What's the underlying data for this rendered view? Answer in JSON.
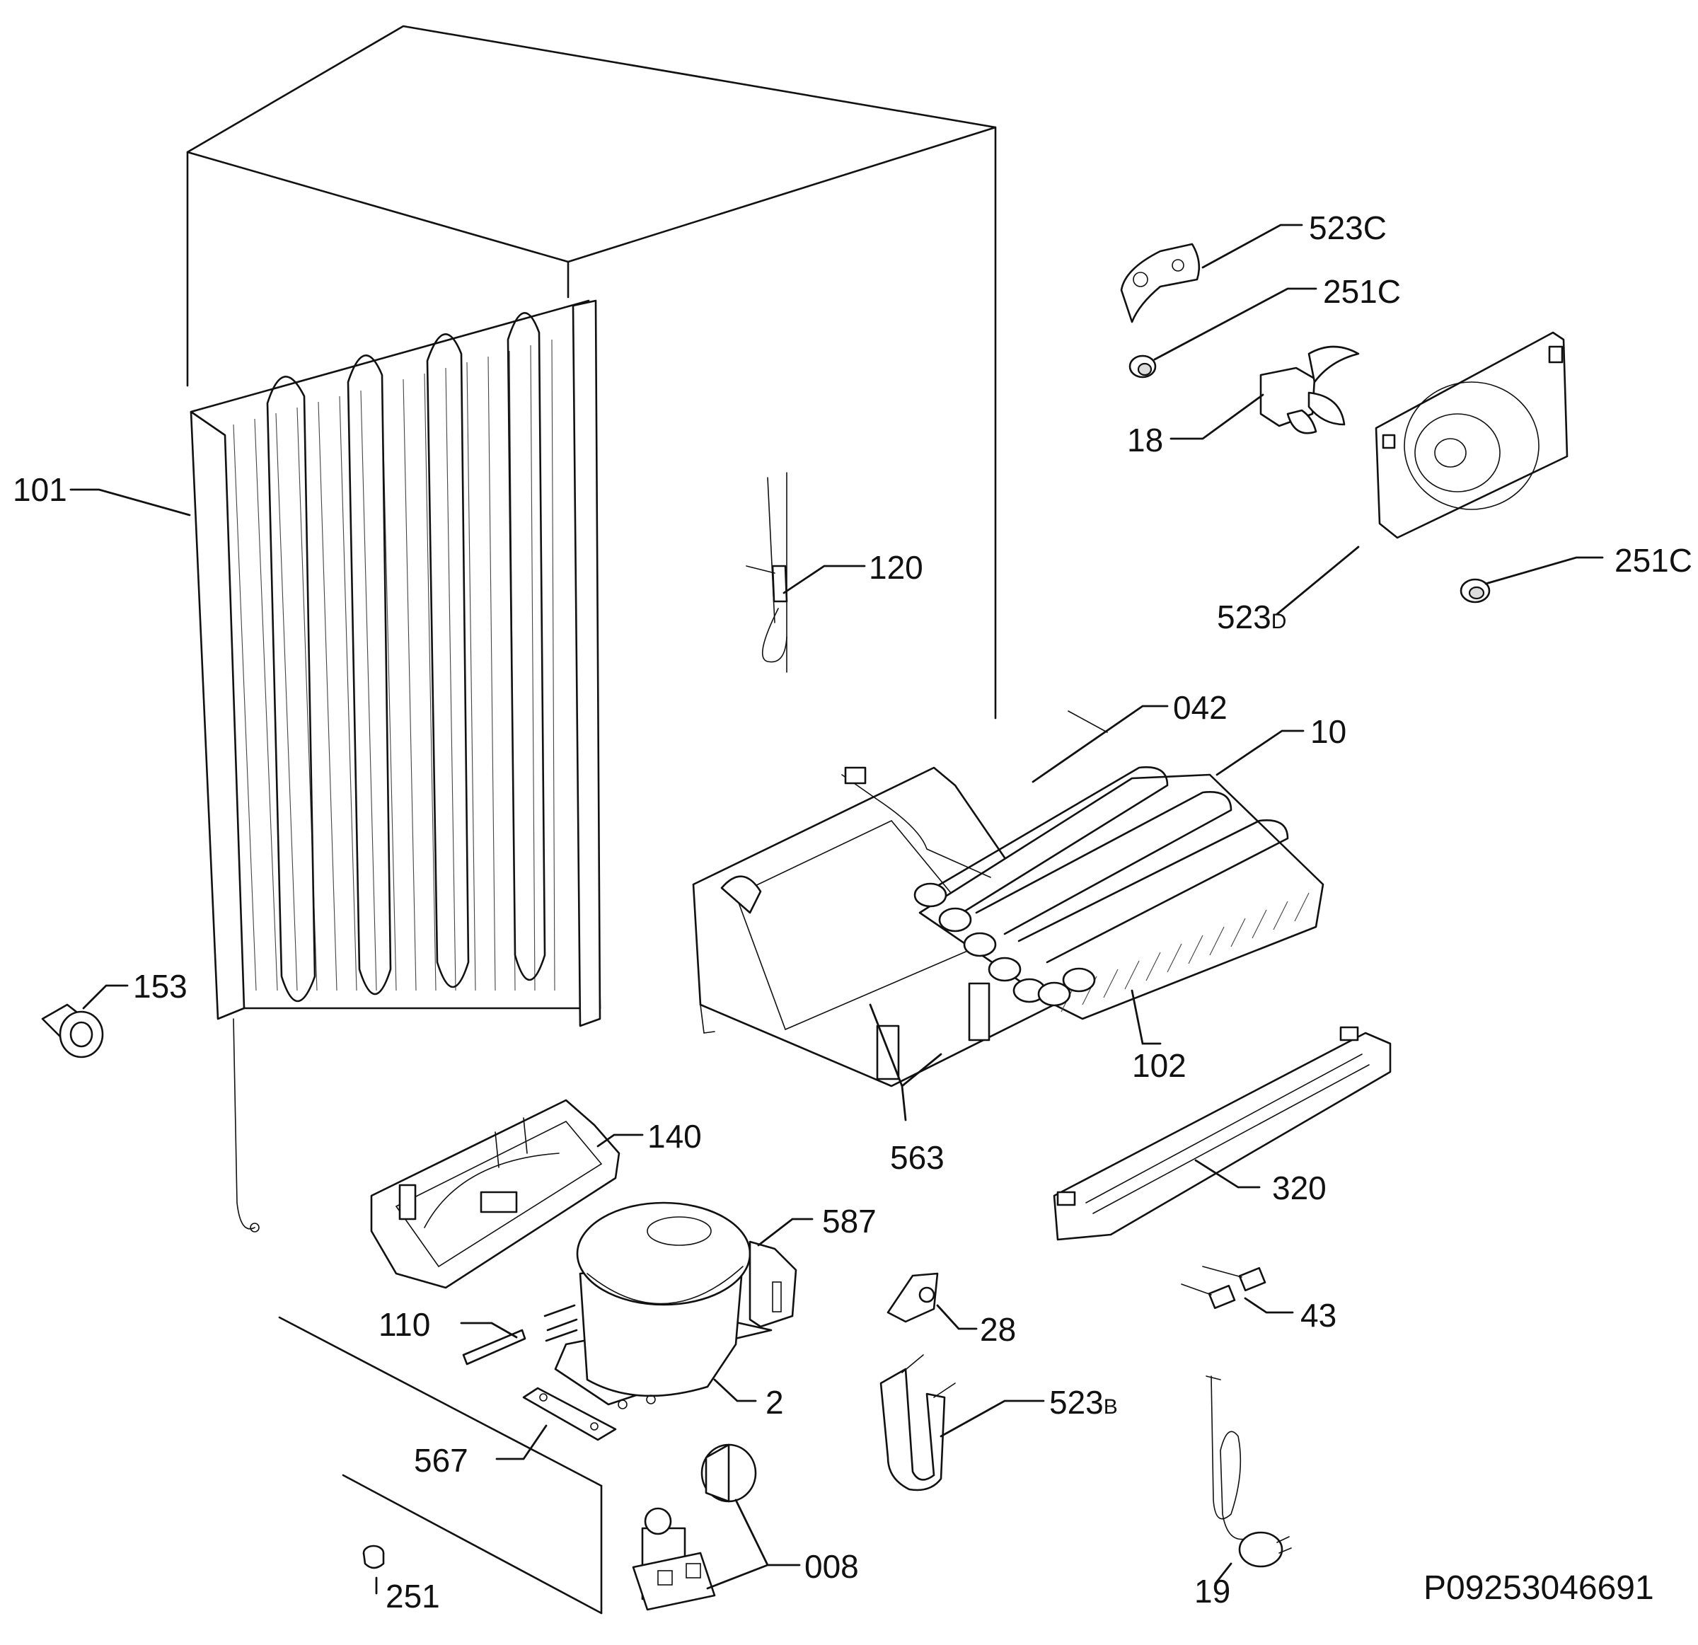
{
  "labels": {
    "l101": "101",
    "l120": "120",
    "l153": "153",
    "l140": "140",
    "l587": "587",
    "l110": "110",
    "l2": "2",
    "l567": "567",
    "l008": "008",
    "l251": "251",
    "l523c": {
      "num": "523",
      "suffix": "C"
    },
    "l251c_top": {
      "num": "251",
      "suffix": "C"
    },
    "l18": "18",
    "l251c_right": {
      "num": "251",
      "suffix": "C"
    },
    "l523d": {
      "num": "523",
      "suffix": "D"
    },
    "l042": "042",
    "l10": "10",
    "l102": "102",
    "l563": "563",
    "l320": "320",
    "l28": "28",
    "l43": "43",
    "l523b": {
      "num": "523",
      "suffix": "B"
    },
    "l19": "19"
  },
  "drawing_code": "P09253046691"
}
